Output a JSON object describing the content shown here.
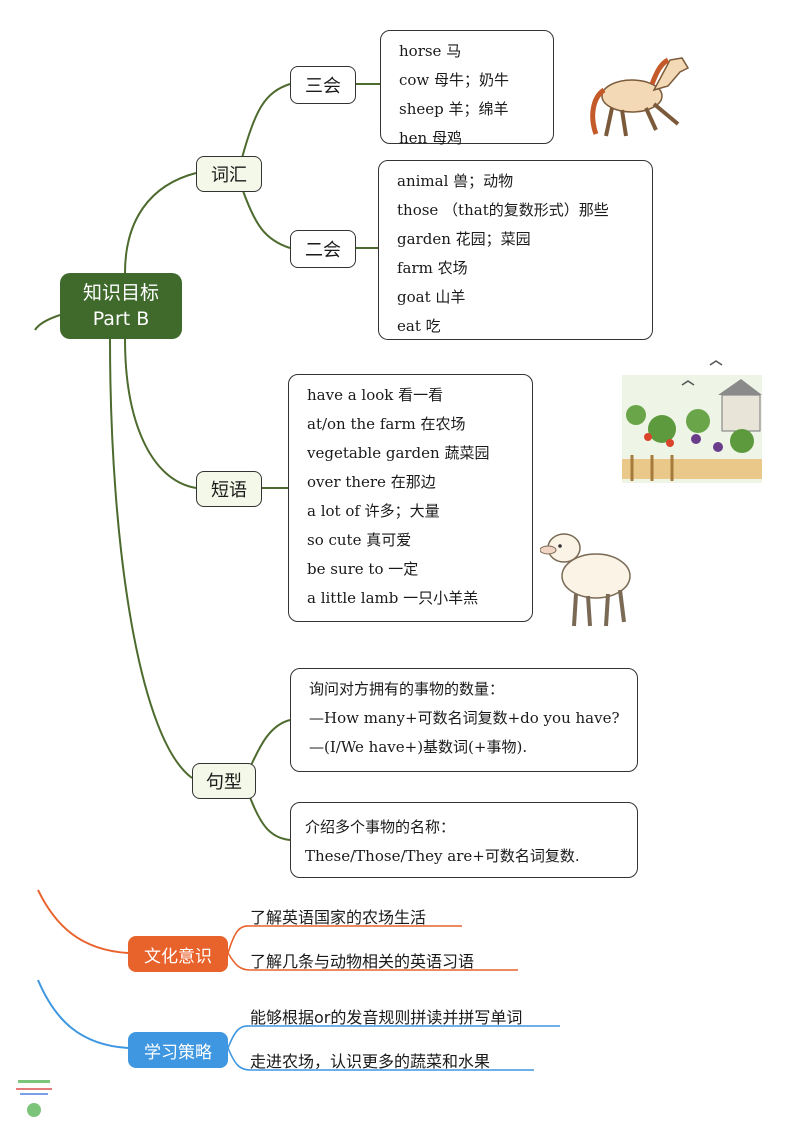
{
  "root": {
    "line1": "知识目标",
    "line2": "Part B"
  },
  "vocab": {
    "label": "词汇",
    "three": {
      "label": "三会",
      "items": [
        "horse 马",
        "cow 母牛；奶牛",
        "sheep 羊；绵羊",
        "hen 母鸡"
      ]
    },
    "two": {
      "label": "二会",
      "items": [
        "animal 兽；动物",
        "those （that的复数形式）那些",
        "garden 花园；菜园",
        "farm 农场",
        "goat 山羊",
        "eat 吃"
      ]
    }
  },
  "phrases": {
    "label": "短语",
    "items": [
      "have a look 看一看",
      "at/on the farm 在农场",
      "vegetable garden 蔬菜园",
      "over there 在那边",
      "a lot of 许多；大量",
      "so cute 真可爱",
      "be sure to 一定",
      "a little lamb 一只小羊羔"
    ]
  },
  "sentences": {
    "label": "句型",
    "box1": [
      "询问对方拥有的事物的数量：",
      "—How many+可数名词复数+do you have?",
      "—(I/We have+)基数词(+事物)."
    ],
    "box2": [
      "介绍多个事物的名称：",
      "These/Those/They are+可数名词复数."
    ]
  },
  "culture": {
    "label": "文化意识",
    "items": [
      "了解英语国家的农场生活",
      "了解几条与动物相关的英语习语"
    ],
    "color": "#e8622c"
  },
  "strategy": {
    "label": "学习策略",
    "items": [
      "能够根据or的发音规则拼读并拼写单词",
      "走进农场，认识更多的蔬菜和水果"
    ],
    "color": "#3e97e0"
  },
  "colors": {
    "branch": "#4d6b2e",
    "root": "#3f6a2c"
  }
}
